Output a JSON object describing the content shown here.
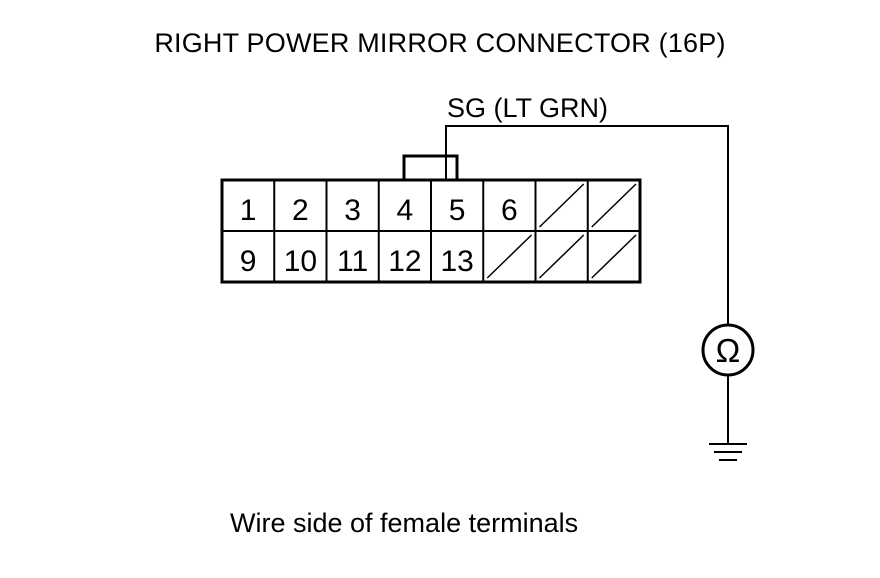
{
  "title": "RIGHT POWER MIRROR CONNECTOR (16P)",
  "wire_label": "SG (LT GRN)",
  "caption": "Wire side of female terminals",
  "connector": {
    "row1": [
      "1",
      "2",
      "3",
      "4",
      "5",
      "6",
      "",
      ""
    ],
    "row2": [
      "9",
      "10",
      "11",
      "12",
      "13",
      "",
      "",
      ""
    ]
  },
  "meter_symbol": "Ω",
  "icons": {
    "meter": "ohmmeter-icon",
    "ground": "ground-icon"
  }
}
